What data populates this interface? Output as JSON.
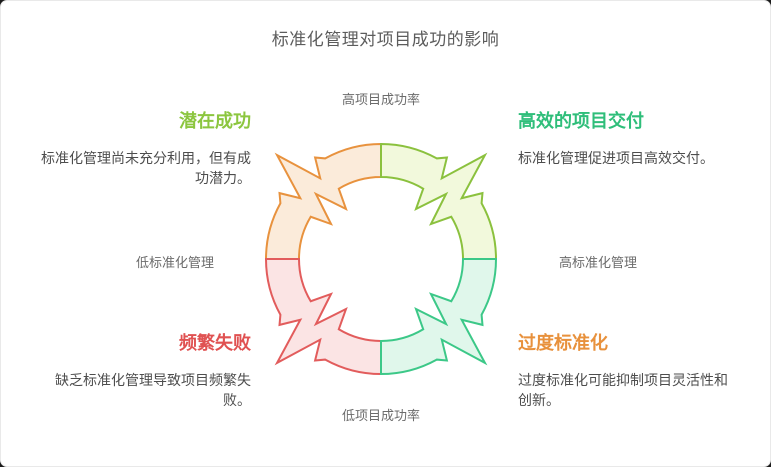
{
  "title": "标准化管理对项目成功的影响",
  "axes": {
    "top": "高项目成功率",
    "bottom": "低项目成功率",
    "left": "低标准化管理",
    "right": "高标准化管理"
  },
  "quadrants": [
    {
      "position": "top-left",
      "heading": "潜在成功",
      "heading_color": "#8cc63f",
      "description": "标准化管理尚未充分利用，但有成功潜力。"
    },
    {
      "position": "top-right",
      "heading": "高效的项目交付",
      "heading_color": "#2fbe7a",
      "description": "标准化管理促进项目高效交付。"
    },
    {
      "position": "bottom-left",
      "heading": "频繁失败",
      "heading_color": "#e05252",
      "description": "缺乏标准化管理导致项目频繁失败。"
    },
    {
      "position": "bottom-right",
      "heading": "过度标准化",
      "heading_color": "#e8913c",
      "description": "过度标准化可能抑制项目灵活性和创新。"
    }
  ],
  "cycle_segments": [
    {
      "name": "top-left",
      "stroke": "#e8923e",
      "fill": "#fbebda"
    },
    {
      "name": "top-right",
      "stroke": "#8bc13e",
      "fill": "#f2f9dc"
    },
    {
      "name": "bottom-left",
      "stroke": "#e25c5c",
      "fill": "#fbe4e4"
    },
    {
      "name": "bottom-right",
      "stroke": "#3cc888",
      "fill": "#e0f7eb"
    }
  ]
}
